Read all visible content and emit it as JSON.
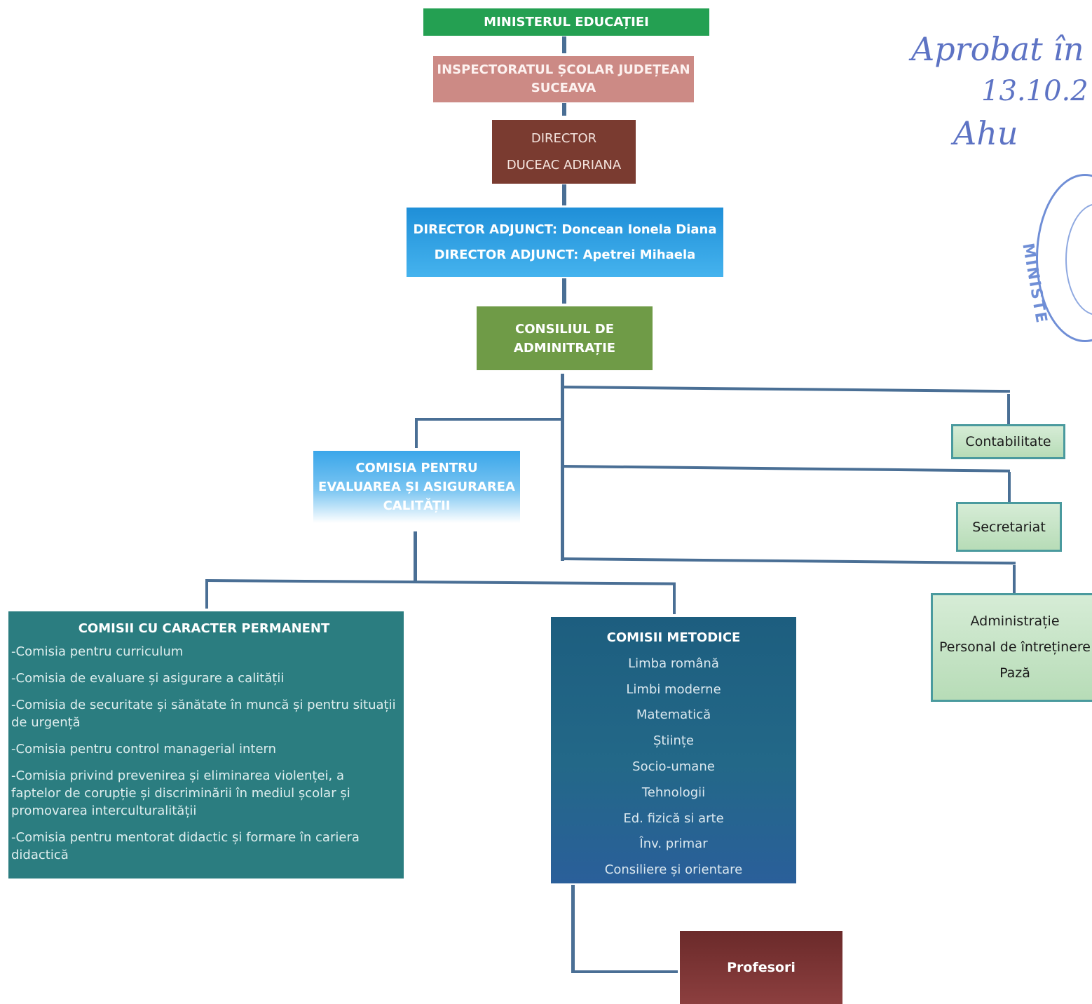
{
  "ministry": "MINISTERUL EDUCAȚIEI",
  "inspectorate": [
    "INSPECTORATUL ȘCOLAR JUDEȚEAN",
    "SUCEAVA"
  ],
  "director": {
    "title": "DIRECTOR",
    "name": "DUCEAC ADRIANA"
  },
  "deputy_directors": [
    "DIRECTOR ADJUNCT: Doncean Ionela Diana",
    "DIRECTOR ADJUNCT: Apetrei Mihaela"
  ],
  "council": [
    "CONSILIUL DE",
    "ADMINITRAȚIE"
  ],
  "ceac": [
    "COMISIA PENTRU",
    "EVALUAREA ȘI ASIGURAREA",
    "CALITĂȚII"
  ],
  "accounting": "Contabilitate",
  "secretariat": "Secretariat",
  "admin": [
    "Administrație",
    "Personal de întreținere",
    "Pază"
  ],
  "permanent_commissions": {
    "title": "COMISII CU CARACTER PERMANENT",
    "items": [
      "-Comisia pentru curriculum",
      "-Comisia de evaluare și asigurare a calității",
      "-Comisia de securitate și sănătate în muncă și pentru situații de urgență",
      "-Comisia pentru control managerial intern",
      "-Comisia privind prevenirea și eliminarea violenței, a faptelor de corupție și discriminării în mediul școlar și promovarea interculturalității",
      "-Comisia pentru mentorat didactic și formare în cariera didactică"
    ]
  },
  "methodic_commissions": {
    "title": "COMISII METODICE",
    "items": [
      "Limba română",
      "Limbi moderne",
      "Matematică",
      "Științe",
      "Socio-umane",
      "Tehnologii",
      "Ed. fizică si arte",
      "Înv. primar",
      "Consiliere și orientare"
    ]
  },
  "teachers": "Profesori",
  "approval_note": [
    "Aprobat în",
    "13.10.2",
    "Ahu"
  ],
  "stamp_text": "MINISTE",
  "colors": {
    "ministry": "#24a052",
    "inspectorate": "#cc8a85",
    "director": "#7a3b30",
    "deputy": "#2d9ee2",
    "council": "#6f9b47",
    "connector": "#4a6f95",
    "permanent": "#2b7d80",
    "methodic": "#236888",
    "teachers": "#7a3333",
    "support": "#c7e4c7"
  }
}
